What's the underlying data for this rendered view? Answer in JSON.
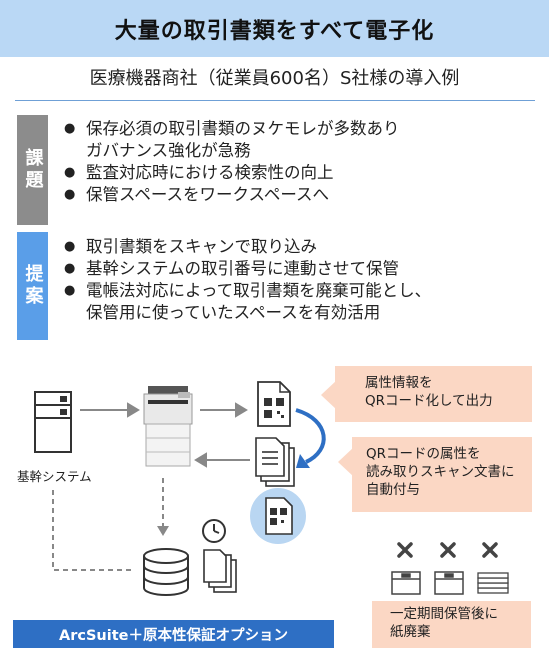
{
  "title": "大量の取引書類をすべて電子化",
  "subtitle": "医療機器商社（従業員600名）S社様の導入例",
  "issue": {
    "label": "課題",
    "bullets": [
      "保存必須の取引書類のヌケモレが多数あり\nガバナンス強化が急務",
      "監査対応時における検索性の向上",
      "保管スペースをワークスペースへ"
    ]
  },
  "proposal": {
    "label": "提案",
    "bullets": [
      "取引書類をスキャンで取り込み",
      "基幹システムの取引番号に連動させて保管",
      "電帳法対応によって取引書類を廃棄可能とし、\n保管用に使っていたスペースを有効活用"
    ]
  },
  "diagram": {
    "main_system_label": "基幹システム",
    "callout_qr_output": "属性情報を\nQRコード化して出力",
    "callout_auto_attach": "QRコードの属性を\n読み取りスキャン文書に\n自動付与",
    "callout_disposal": "一定期間保管後に\n紙廃棄"
  },
  "footer_label": "ArcSuite＋原本性保証オプション",
  "colors": {
    "header_bg": "#bad8f5",
    "issue_tag": "#8c8c8c",
    "proposal_tag": "#5a9ee8",
    "callout_bg": "#fbd7c4",
    "footer_bg": "#2e6fc4",
    "curve_arrow": "#2e6fc4"
  }
}
